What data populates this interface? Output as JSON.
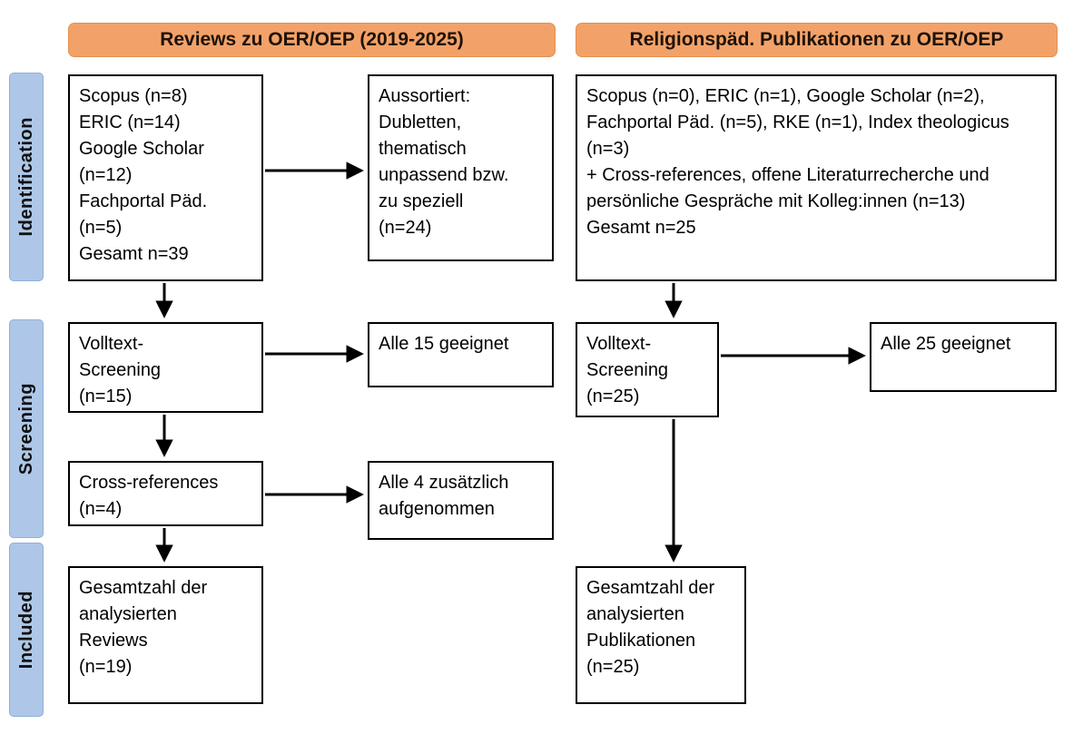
{
  "diagram": {
    "headers": {
      "left": "Reviews zu OER/OEP (2019-2025)",
      "right": "Religionspäd. Publikationen zu OER/OEP"
    },
    "stages": {
      "identification": "Identification",
      "screening": "Screening",
      "included": "Included"
    },
    "boxes": {
      "left_sources": "Scopus (n=8)\nERIC (n=14)\nGoogle Scholar\n(n=12)\nFachportal Päd.\n(n=5)\nGesamt n=39",
      "left_excluded": "Aussortiert:\nDubletten,\nthematisch\nunpassend bzw.\nzu speziell\n(n=24)",
      "left_fulltext": "Volltext-\nScreening\n(n=15)",
      "left_fulltext_result": "Alle 15 geeignet",
      "left_crossref": "Cross-references\n(n=4)",
      "left_crossref_result": "Alle 4 zusätzlich\naufgenommen",
      "left_total": "Gesamtzahl der\nanalysierten\nReviews\n(n=19)",
      "right_sources": "Scopus (n=0), ERIC (n=1), Google Scholar (n=2), Fachportal Päd. (n=5), RKE (n=1), Index theologicus (n=3)\n+ Cross-references, offene Literaturrecherche und persönliche Gespräche mit Kolleg:innen (n=13)\nGesamt n=25",
      "right_fulltext": "Volltext-\nScreening\n(n=25)",
      "right_fulltext_result": "Alle 25 geeignet",
      "right_total": "Gesamtzahl der\nanalysierten\nPublikationen\n(n=25)"
    },
    "colors": {
      "header_bg": "#F2A269",
      "stage_bg": "#AEC7E8",
      "box_border": "#000000",
      "arrow": "#000000"
    }
  }
}
